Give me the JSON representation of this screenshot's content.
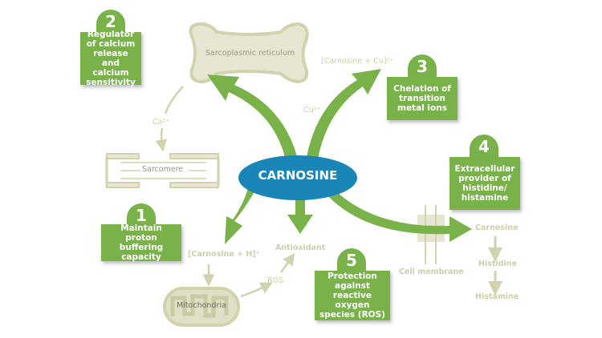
{
  "colors": {
    "box_green": "#78b248",
    "arrow_green": "#78b248",
    "center_blue": "#1a86b8",
    "pale_organelle": "#e6e6d2",
    "pale_stroke": "#d2d2ad",
    "pale_text": "#cfcfa8"
  },
  "center": {
    "label": "CARNOSINE"
  },
  "functions": [
    {
      "number": "1",
      "text": "Maintain proton buffering capacity"
    },
    {
      "number": "2",
      "text": "Regulator of calcium release and calcium sensitivity"
    },
    {
      "number": "3",
      "text": "Chelation of transition metal ions"
    },
    {
      "number": "4",
      "text": "Extracellular provider of histidine/ histamine"
    },
    {
      "number": "5",
      "text": "Protection against reactive oxygen species (ROS)"
    }
  ],
  "structures": {
    "sarcoplasmic_reticulum": "Sarcoplasmic reticulum",
    "sarcomere": "Sarcomere",
    "mitochondria": "Mitochondria",
    "cell_membrane": "Cell membrane"
  },
  "labels": {
    "ca": "Ca²⁺",
    "cu": "Cu²⁺",
    "carnosine_cu": "[Carnosine + Cu]²⁺",
    "carnosine_h": "[Carnosine + H]⁺",
    "antioxidant": "Antioxidant",
    "ros": "ROS",
    "carnosine": "Carnosine",
    "histidine": "Histidine",
    "histamine": "Histamine"
  }
}
